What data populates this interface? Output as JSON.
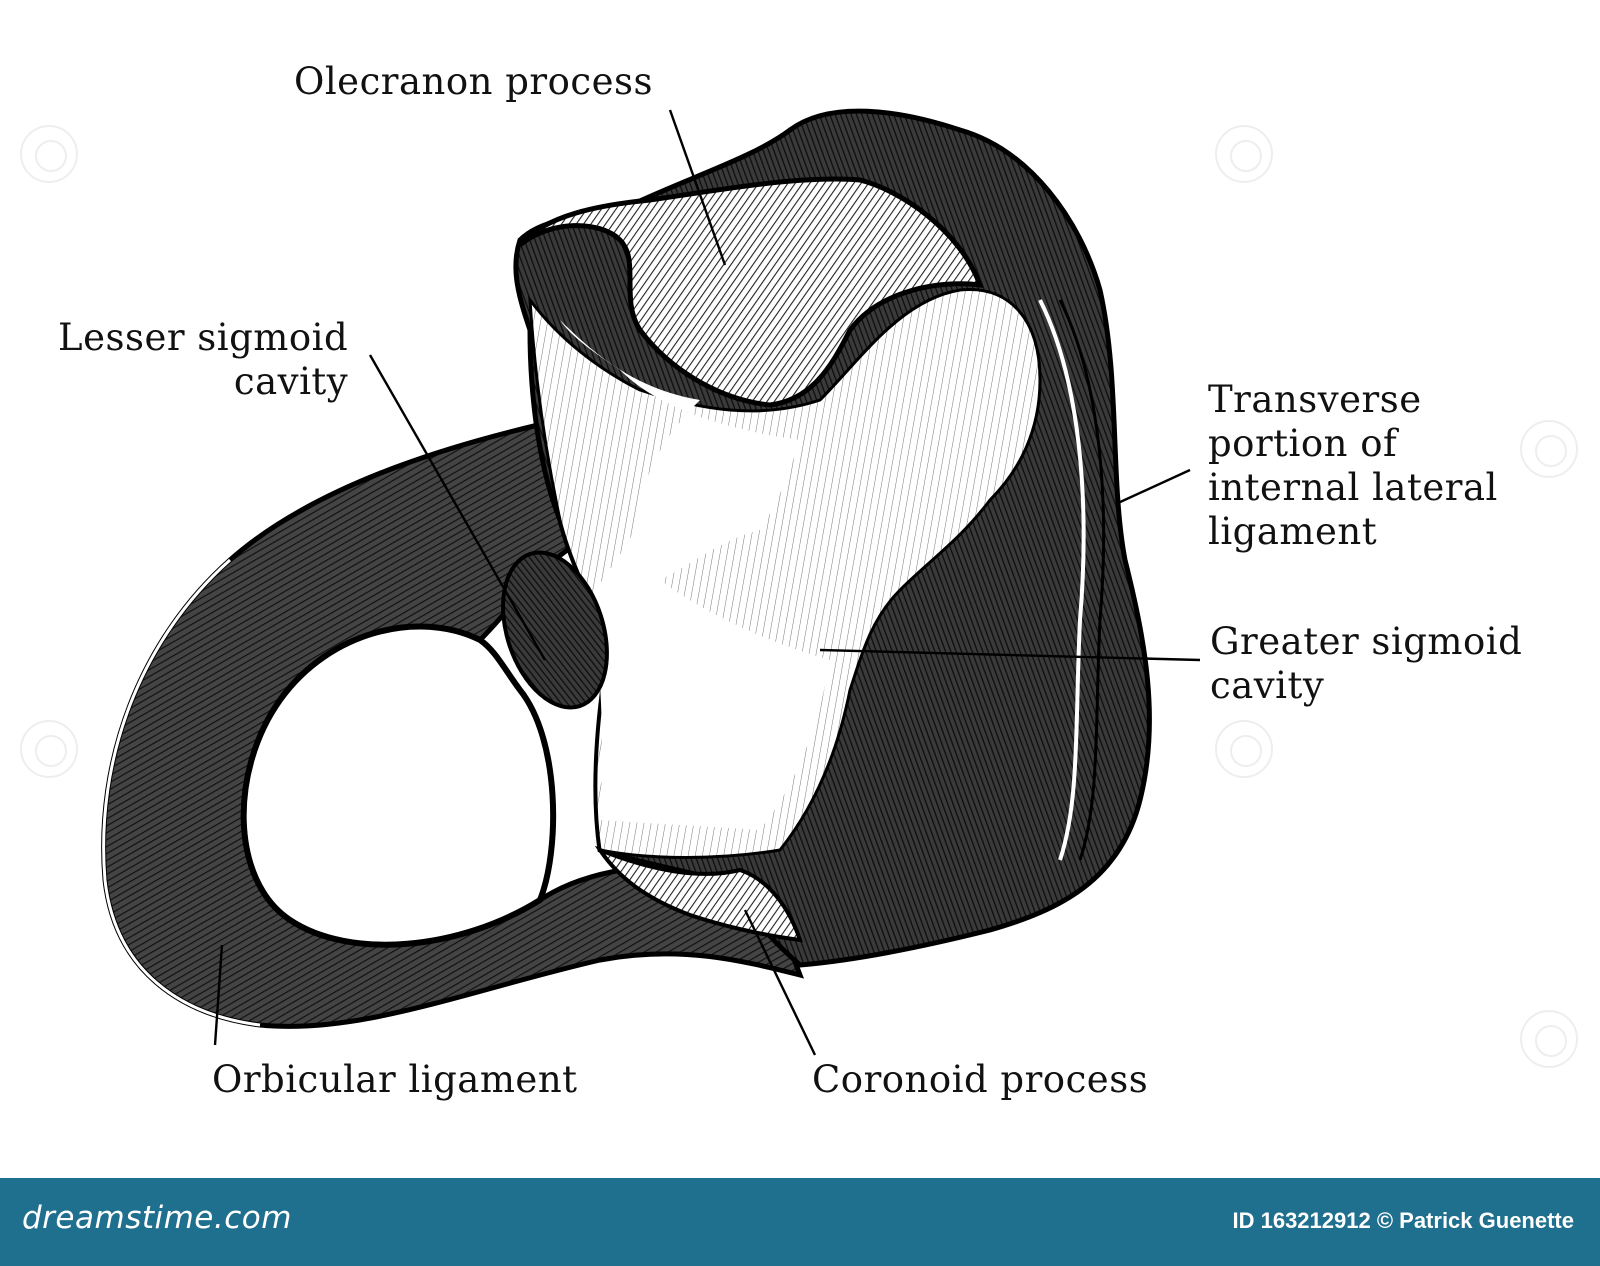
{
  "labels": {
    "olecranon": "Olecranon process",
    "lesser_1": "Lesser sigmoid",
    "lesser_2": "cavity",
    "transverse_1": "Transverse",
    "transverse_2": "portion of",
    "transverse_3": "internal lateral",
    "transverse_4": "ligament",
    "greater_1": "Greater sigmoid",
    "greater_2": "cavity",
    "orbicular": "Orbicular ligament",
    "coronoid": "Coronoid process"
  },
  "footer": {
    "brand": "dreamstime.com",
    "credit": "ID 163212912 © Patrick Guenette",
    "background": "#1f6f8e"
  },
  "colors": {
    "ink": "#111111",
    "background": "#ffffff"
  }
}
